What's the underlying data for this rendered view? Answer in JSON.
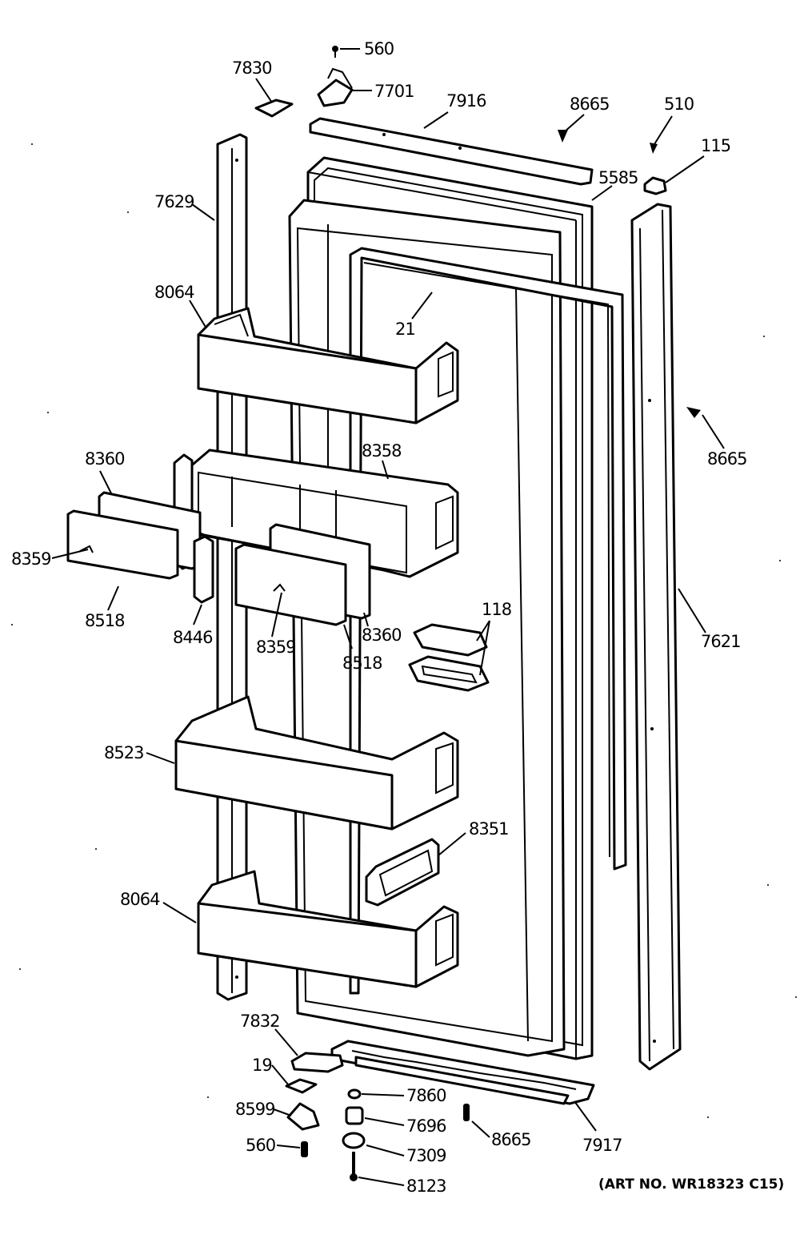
{
  "diagram": {
    "art_number": "(ART NO. WR18323 C15)",
    "callouts": {
      "c560_top": "560",
      "c7830": "7830",
      "c7701": "7701",
      "c7916": "7916",
      "c8665_top": "8665",
      "c510": "510",
      "c115": "115",
      "c5585": "5585",
      "c7629": "7629",
      "c8064_top": "8064",
      "c21": "21",
      "c8665_right": "8665",
      "c8360_left": "8360",
      "c8358": "8358",
      "c8359_left": "8359",
      "c8518_left": "8518",
      "c8446": "8446",
      "c8359_mid": "8359",
      "c8360_right": "8360",
      "c8518_right": "8518",
      "c118": "118",
      "c7621": "7621",
      "c8523": "8523",
      "c8351": "8351",
      "c8064_bottom": "8064",
      "c7832": "7832",
      "c19": "19",
      "c7860": "7860",
      "c8599": "8599",
      "c7696": "7696",
      "c8665_bottom": "8665",
      "c7917": "7917",
      "c560_bottom": "560",
      "c7309": "7309",
      "c8123": "8123"
    }
  }
}
